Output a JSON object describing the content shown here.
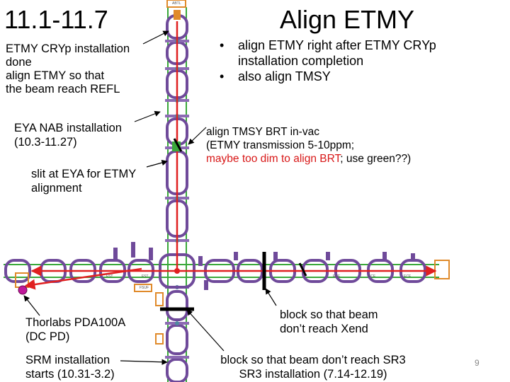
{
  "slide": {
    "left_title": "11.1-11.7",
    "right_title": "Align ETMY",
    "left_note_1": "ETMY CRYp installation\ndone\nalign ETMY so that\nthe beam reach REFL",
    "right_bullets": [
      "align ETMY right after ETMY CRYp installation completion",
      "also align TMSY"
    ],
    "eya_note": "EYA NAB installation\n(10.3-11.27)",
    "tmsy_note_plain": "align TMSY BRT in-vac\n(ETMY transmission 5-10ppm;",
    "tmsy_note_red": "maybe too dim to align BRT",
    "tmsy_note_end": "; use green??)",
    "slit_note": "slit at EYA for ETMY\nalignment",
    "pd_note": "Thorlabs PDA100A\n(DC PD)",
    "block_xend_note": "block so that beam\ndon’t reach Xend",
    "srm_note": "SRM installation\nstarts (10.31-3.2)",
    "block_sr3_note": "block so that beam don’t reach SR3\nSR3 installation (7.14-12.19)",
    "page_number": "9"
  },
  "colors": {
    "beam": "#e02020",
    "pipe_green": "#3aa83a",
    "chamber_purple": "#6f4a9a",
    "chamber_fill": "#8c6bb3",
    "orange_box": "#e08a2a",
    "pd_magenta": "#c0189a",
    "node_teal": "#4f8aa0"
  }
}
